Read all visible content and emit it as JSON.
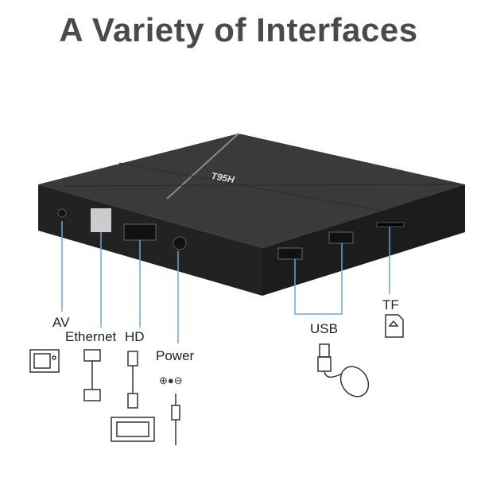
{
  "title": "A Variety of Interfaces",
  "logo_text": "T95H",
  "ports": [
    {
      "label": "AV",
      "icon": "tv-icon"
    },
    {
      "label": "Ethernet",
      "icon": "ethernet-cable-icon"
    },
    {
      "label": "HD",
      "icon": "hdmi-cable-icon"
    },
    {
      "label": "Power",
      "icon": "dc-power-plug-icon"
    },
    {
      "label": "USB",
      "icon": "usb-mouse-icon"
    },
    {
      "label": "TF",
      "icon": "sd-card-icon"
    }
  ],
  "colors": {
    "title": "#4a4a4a",
    "box": "#2b2b2b",
    "leader": "#6aa8d8"
  }
}
